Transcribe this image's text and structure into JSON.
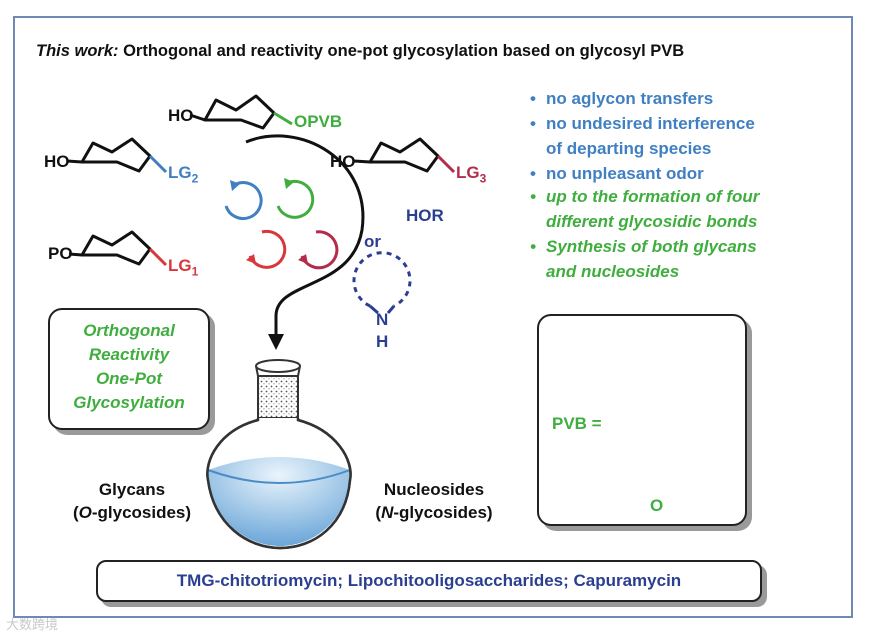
{
  "title": {
    "lead": "This work:",
    "rest": " Orthogonal and reactivity one-pot glycosylation based on glycosyl PVB"
  },
  "bullets_blue": [
    {
      "text": "no aglycon transfers"
    },
    {
      "text": "no undesired interference",
      "cont": "of departing species"
    },
    {
      "text": "no unpleasant odor"
    }
  ],
  "bullets_green": [
    {
      "text": "up to the formation of four",
      "cont": "different glycosidic bonds"
    },
    {
      "text": "Synthesis of both glycans",
      "cont": "and nucleosides"
    }
  ],
  "donors": {
    "top": {
      "left": "HO",
      "right": "OPVB"
    },
    "lg2": {
      "left": "HO",
      "right": "LG",
      "sub": "2"
    },
    "lg3": {
      "left": "HO",
      "right": "LG",
      "sub": "3"
    },
    "lg1": {
      "left": "PO",
      "right": "LG",
      "sub": "1"
    }
  },
  "acceptor": {
    "hor": "HOR",
    "or": "or",
    "n": "N",
    "h": "H"
  },
  "orthogonal_box": [
    "Orthogonal",
    "Reactivity",
    "One-Pot",
    "Glycosylation"
  ],
  "products": {
    "glycans": {
      "line1": "Glycans",
      "open": "(",
      "italic": "O",
      "rest": "-glycosides)"
    },
    "nucleosides": {
      "line1": "Nucleosides",
      "open": "(",
      "italic": "N",
      "rest": "-glycosides)"
    }
  },
  "pvb": {
    "label": "PVB =",
    "o": "O"
  },
  "bottom_text": "TMG-chitotriomycin; Lipochitooligosaccharides; Capuramycin",
  "watermark": "大数跨境",
  "colors": {
    "blue": "#3f7fc2",
    "green": "#3fae3f",
    "red": "#d8373b",
    "crimson": "#b32c4c",
    "navy": "#2a3f90",
    "frame": "#6f89b4"
  }
}
